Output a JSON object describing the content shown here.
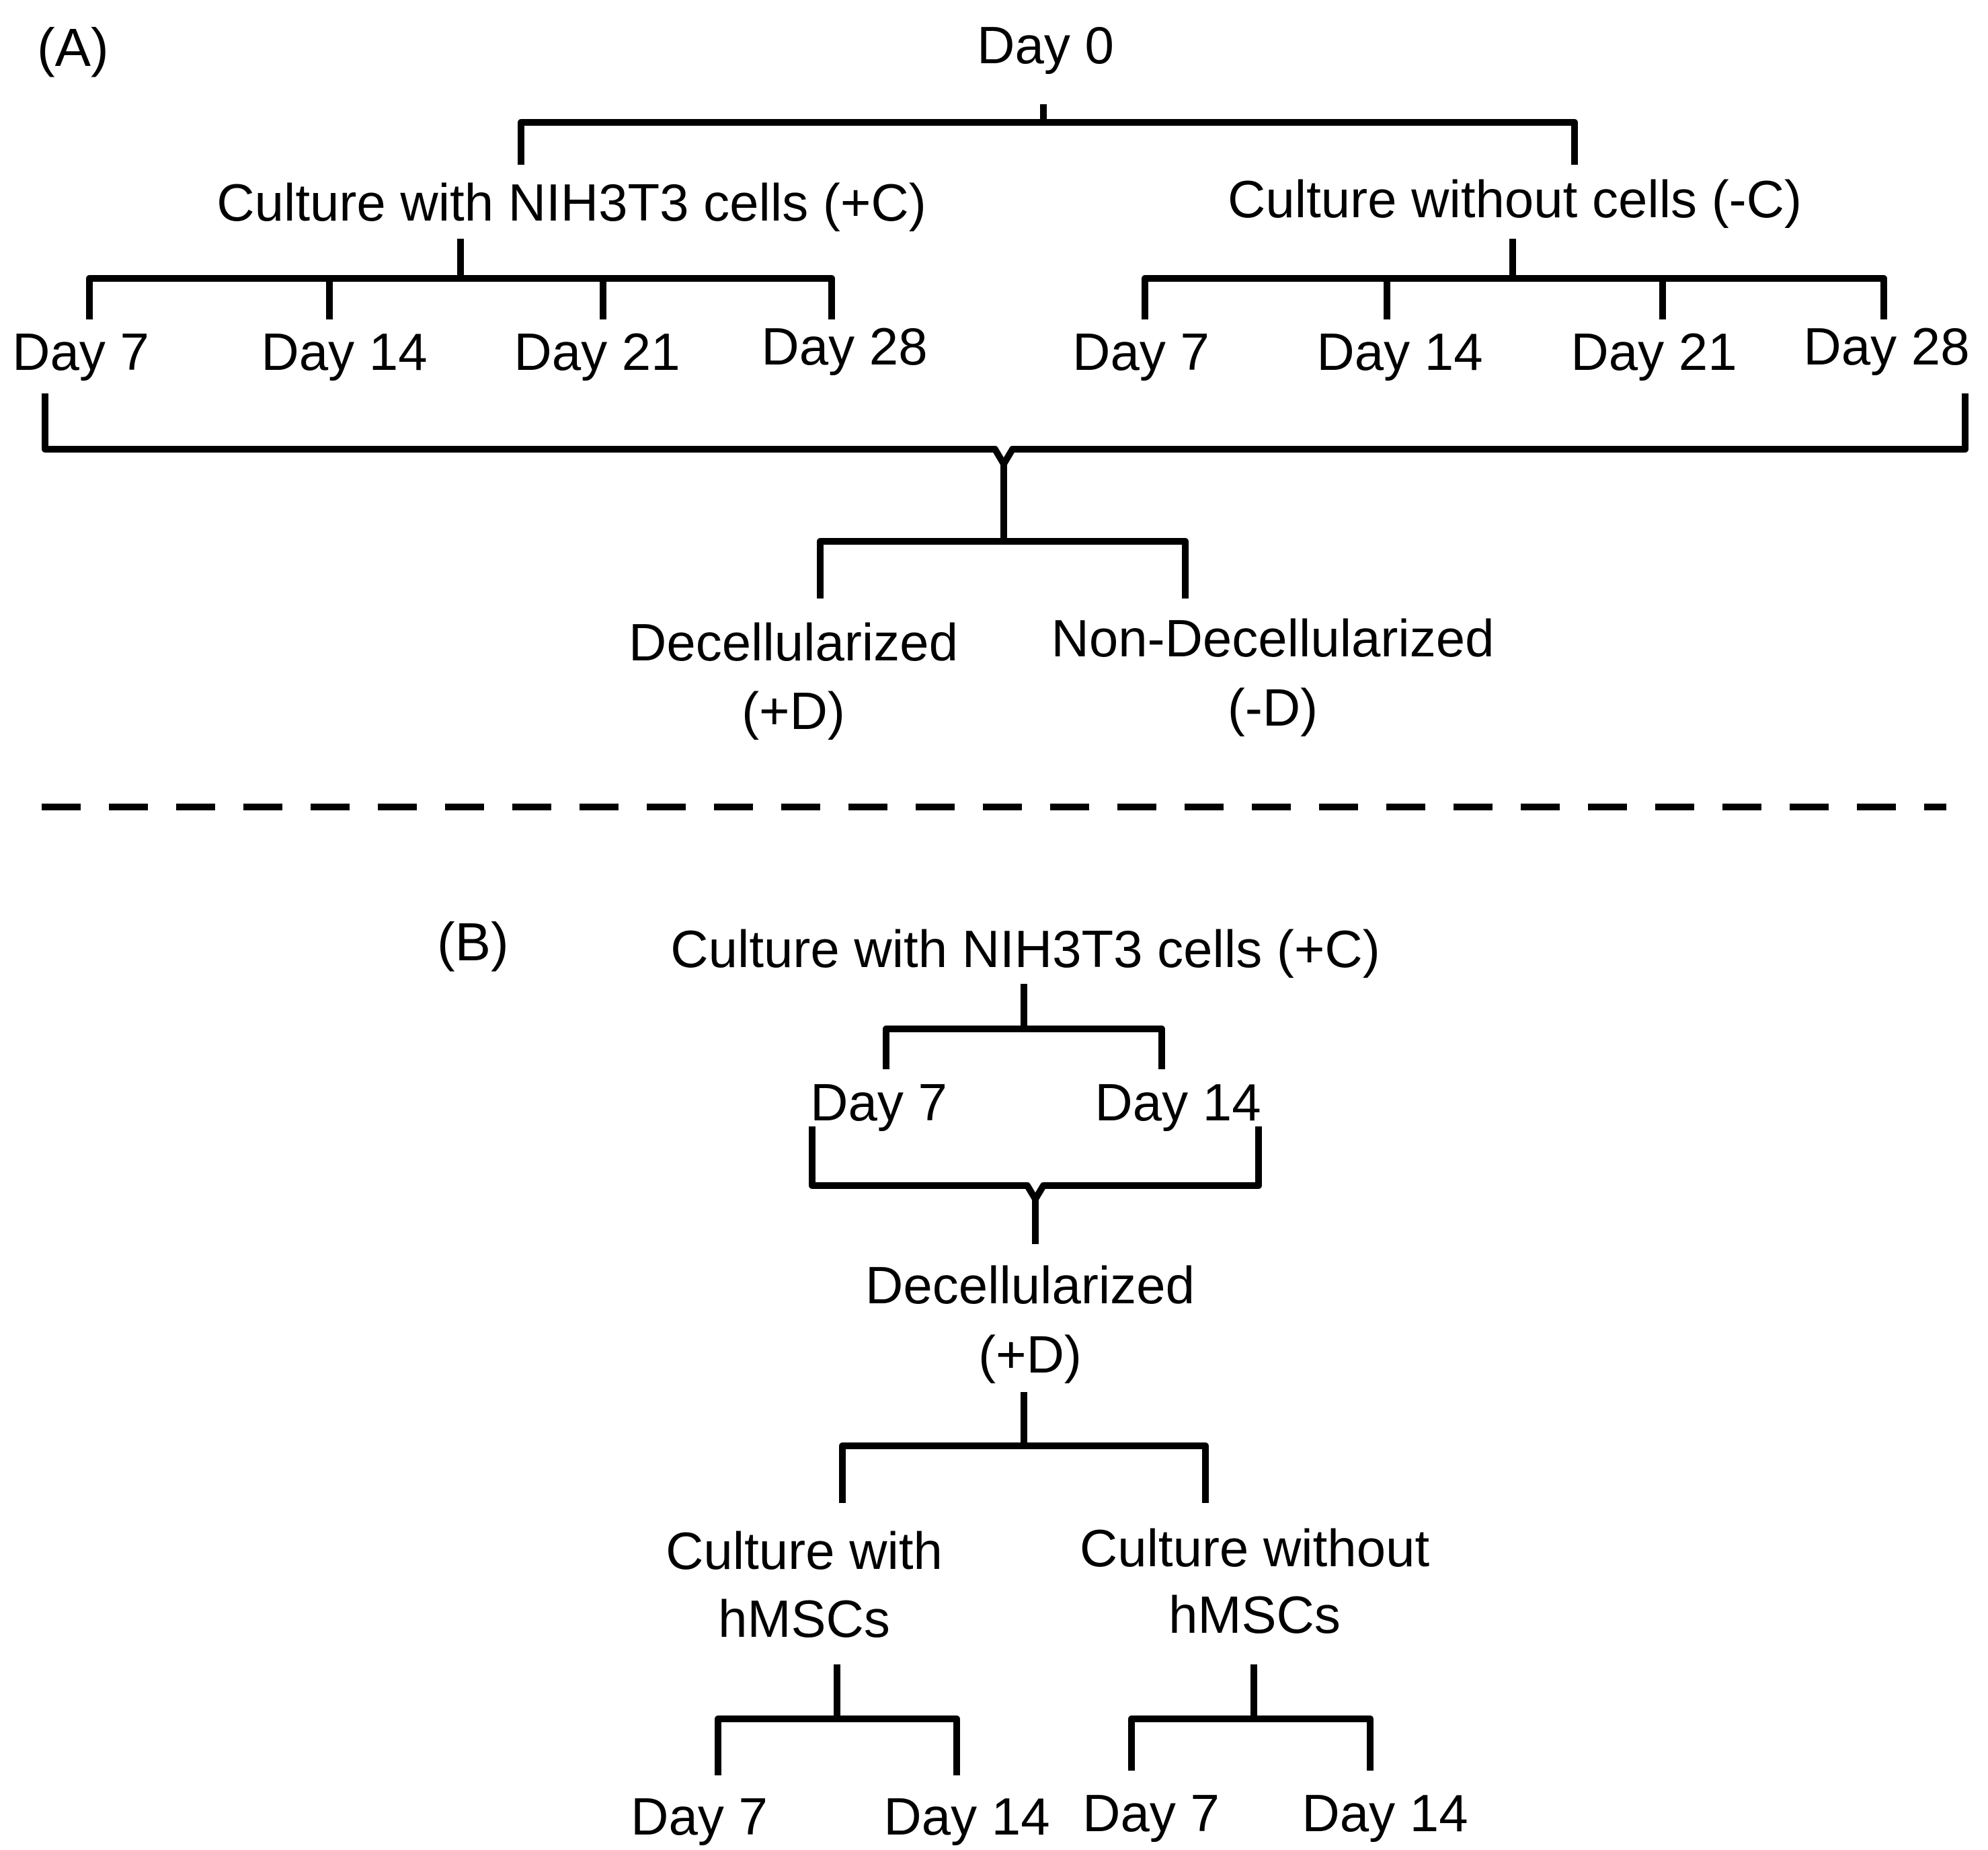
{
  "colors": {
    "line": "#000000",
    "text": "#000000",
    "background": "#ffffff"
  },
  "panel_a": {
    "label": "(A)",
    "root": "Day 0",
    "branch_with_cells": "Culture with NIH3T3 cells (+C)",
    "branch_without_cells": "Culture without cells (-C)",
    "with_cells_days": [
      "Day 7",
      "Day 14",
      "Day 21",
      "Day 28"
    ],
    "without_cells_days": [
      "Day 7",
      "Day 14",
      "Day 21",
      "Day 28"
    ],
    "decellularized": "Decellularized",
    "decellularized_code": "(+D)",
    "non_decellularized": "Non-Decellularized",
    "non_decellularized_code": "(-D)"
  },
  "panel_b": {
    "label": "(B)",
    "root": "Culture with NIH3T3 cells (+C)",
    "days": [
      "Day 7",
      "Day 14"
    ],
    "decellularized": "Decellularized",
    "decellularized_code": "(+D)",
    "with_hmscs_line1": "Culture with",
    "with_hmscs_line2": "hMSCs",
    "without_hmscs_line1": "Culture without",
    "without_hmscs_line2": "hMSCs",
    "with_hmscs_days": [
      "Day 7",
      "Day 14"
    ],
    "without_hmscs_days": [
      "Day 7",
      "Day 14"
    ]
  }
}
